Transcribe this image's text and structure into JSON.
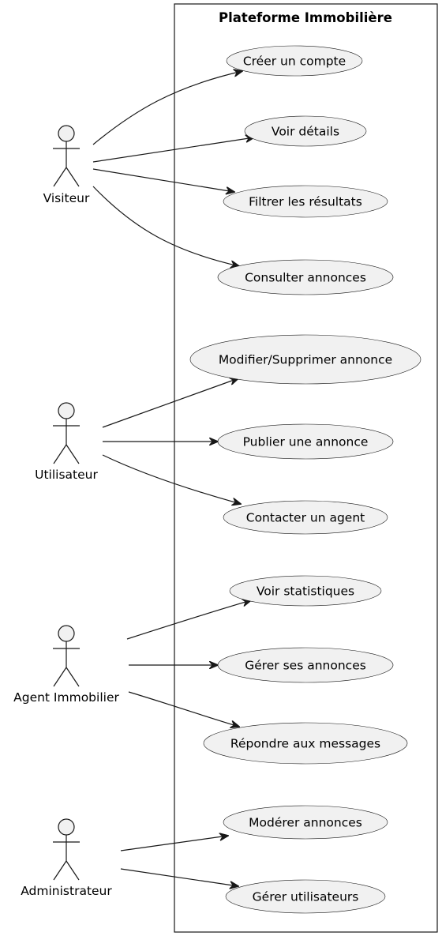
{
  "system": {
    "title": "Plateforme Immobilière"
  },
  "actors": [
    {
      "id": "visiteur",
      "label": "Visiteur"
    },
    {
      "id": "utilisateur",
      "label": "Utilisateur"
    },
    {
      "id": "agent",
      "label": "Agent Immobilier"
    },
    {
      "id": "admin",
      "label": "Administrateur"
    }
  ],
  "use_cases": [
    {
      "id": "creer-compte",
      "label": "Créer un compte"
    },
    {
      "id": "voir-details",
      "label": "Voir détails"
    },
    {
      "id": "filtrer-resultats",
      "label": "Filtrer les résultats"
    },
    {
      "id": "consulter-annonces",
      "label": "Consulter annonces"
    },
    {
      "id": "modifier-supprimer-annonce",
      "label": "Modifier/Supprimer annonce"
    },
    {
      "id": "publier-annonce",
      "label": "Publier une annonce"
    },
    {
      "id": "contacter-agent",
      "label": "Contacter un agent"
    },
    {
      "id": "voir-statistiques",
      "label": "Voir statistiques"
    },
    {
      "id": "gerer-annonces",
      "label": "Gérer ses annonces"
    },
    {
      "id": "repondre-messages",
      "label": "Répondre aux messages"
    },
    {
      "id": "moderer-annonces",
      "label": "Modérer annonces"
    },
    {
      "id": "gerer-utilisateurs",
      "label": "Gérer utilisateurs"
    }
  ],
  "associations": [
    {
      "from": "visiteur",
      "to": "creer-compte"
    },
    {
      "from": "visiteur",
      "to": "voir-details"
    },
    {
      "from": "visiteur",
      "to": "filtrer-resultats"
    },
    {
      "from": "visiteur",
      "to": "consulter-annonces"
    },
    {
      "from": "utilisateur",
      "to": "modifier-supprimer-annonce"
    },
    {
      "from": "utilisateur",
      "to": "publier-annonce"
    },
    {
      "from": "utilisateur",
      "to": "contacter-agent"
    },
    {
      "from": "agent",
      "to": "voir-statistiques"
    },
    {
      "from": "agent",
      "to": "gerer-annonces"
    },
    {
      "from": "agent",
      "to": "repondre-messages"
    },
    {
      "from": "admin",
      "to": "moderer-annonces"
    },
    {
      "from": "admin",
      "to": "gerer-utilisateurs"
    }
  ]
}
